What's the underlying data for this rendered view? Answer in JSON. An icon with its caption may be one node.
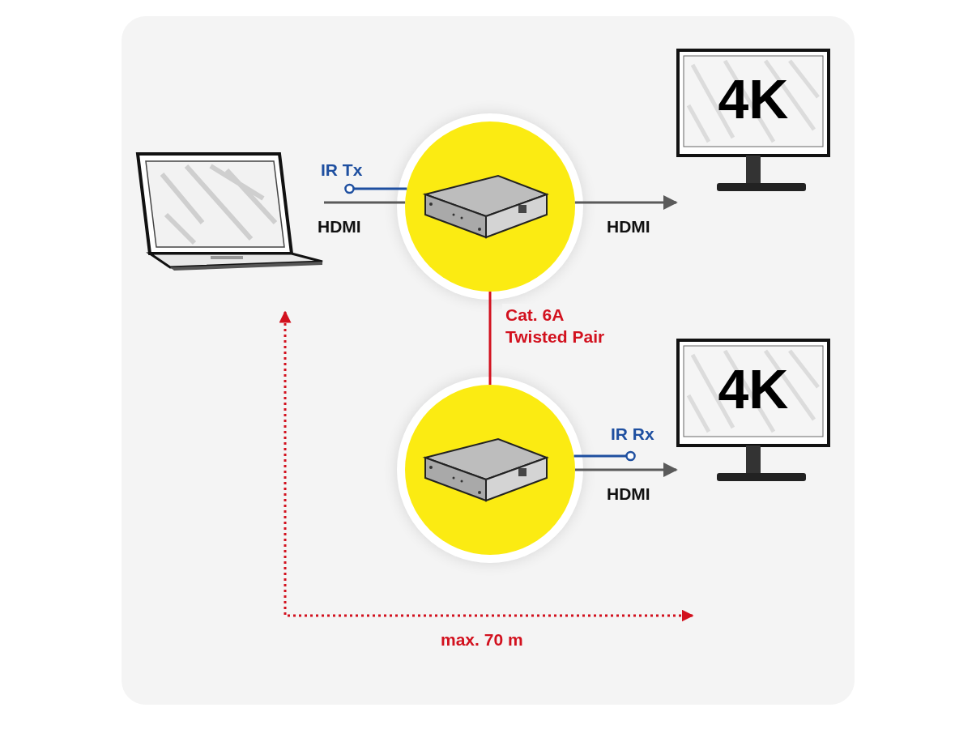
{
  "diagram": {
    "nodes": [
      {
        "text": [],
        "shape": "picture"
      },
      {
        "text": [],
        "shape": "circle"
      },
      {
        "text": [
          "4K"
        ]
      },
      {
        "text": [],
        "shape": "circle"
      },
      {
        "text": [
          "4K"
        ]
      }
    ],
    "edges": [
      {
        "from": 0,
        "to": 1,
        "arrow": "none",
        "label": "HDMI"
      },
      {
        "from": 1,
        "to": 2,
        "arrow": "to",
        "label": "HDMI"
      },
      {
        "from": 1,
        "to": 3,
        "arrow": "none",
        "label": "Cat. 6A Twisted Pair",
        "color": "#d2111e"
      },
      {
        "from": 3,
        "to": 4,
        "arrow": "to",
        "label": "HDMI"
      },
      {
        "from": 1,
        "to": null,
        "arrow": "other",
        "label": "IR Tx",
        "color": "#1e4fa0"
      },
      {
        "from": 3,
        "to": null,
        "arrow": "other",
        "label": "IR Rx",
        "color": "#1e4fa0"
      }
    ],
    "labels": [
      "max. 70 m"
    ]
  }
}
